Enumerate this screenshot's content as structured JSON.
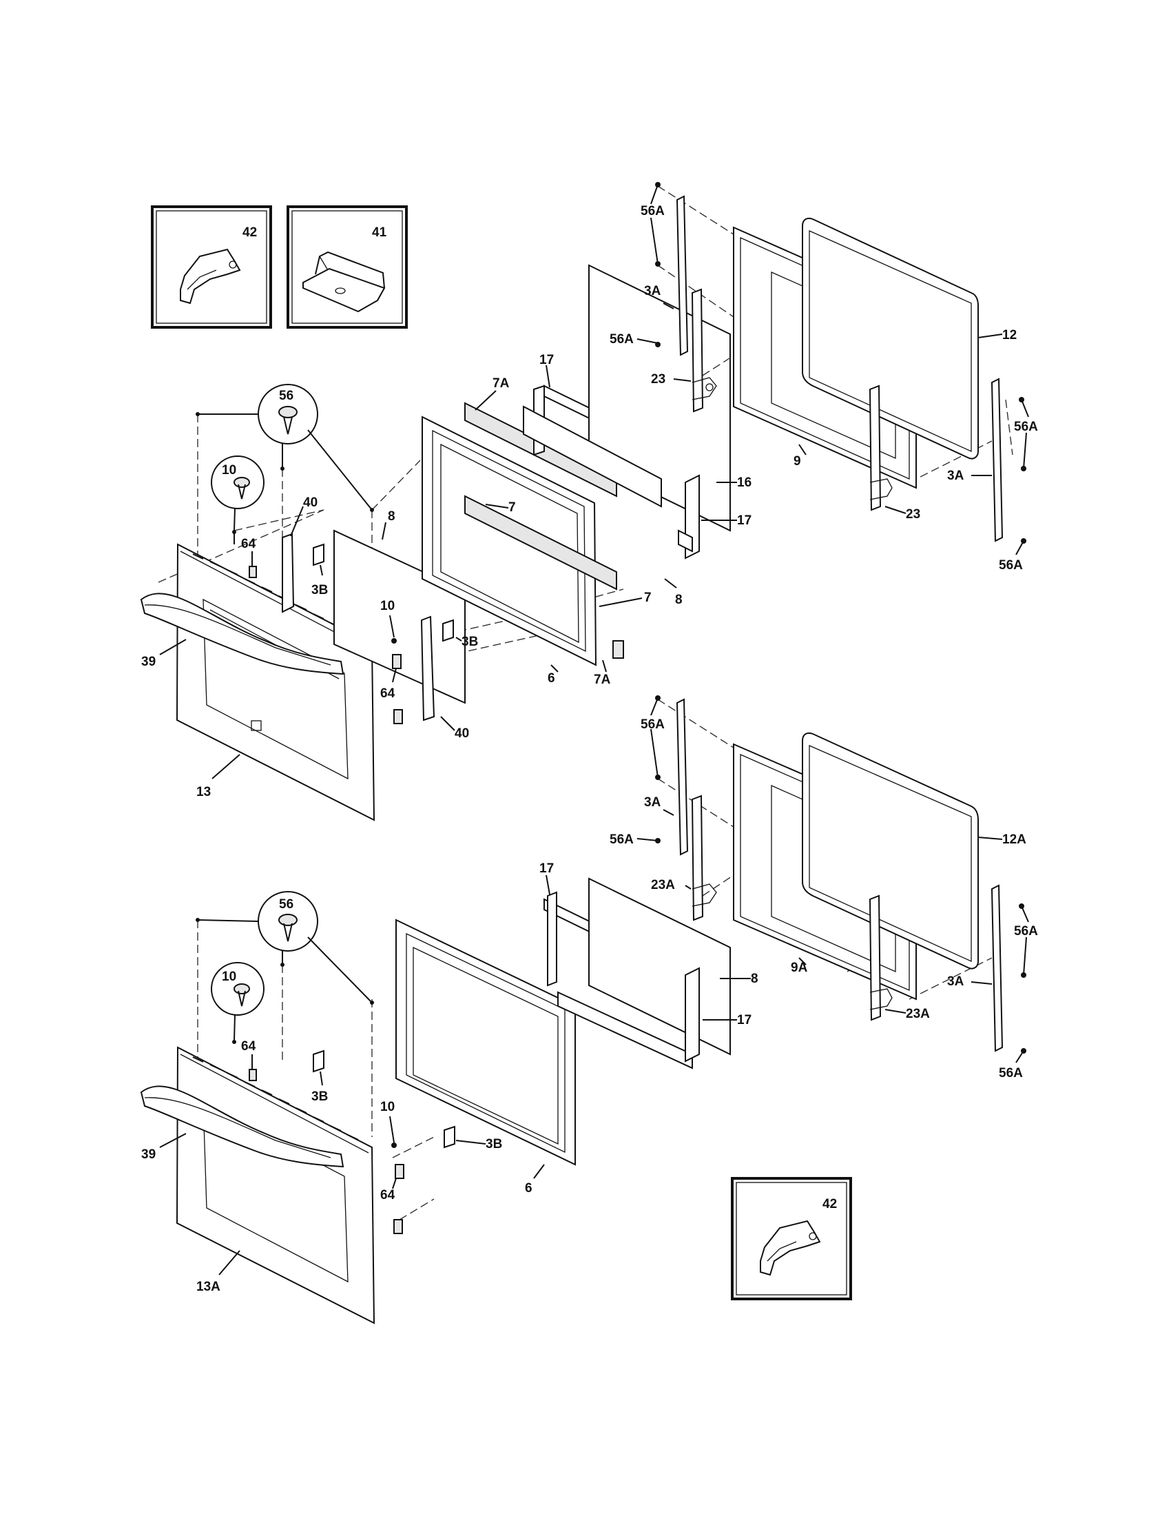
{
  "callouts": {
    "inset_tl_left": "42",
    "inset_tl_right": "41",
    "inset_br": "42",
    "upper": {
      "screw56": "56",
      "screw10": "10",
      "p64a": "64",
      "p40a": "40",
      "p3Ba": "3B",
      "p39": "39",
      "p13": "13",
      "p8a": "8",
      "p10b": "10",
      "p3Bb": "3B",
      "p64b": "64",
      "p40b": "40",
      "p7Aa": "7A",
      "p7a": "7",
      "p6": "6",
      "p17a": "17",
      "p16": "16",
      "p17b": "17",
      "p7b": "7",
      "p8b": "8",
      "p7Ab": "7A"
    },
    "upper_back": {
      "p56Aa": "56A",
      "p3Aa": "3A",
      "p56Ab": "56A",
      "p23a": "23",
      "p12": "12",
      "p9": "9",
      "p56Ac": "56A",
      "p3Ab": "3A",
      "p23b": "23",
      "p56Ad": "56A"
    },
    "lower_back": {
      "p56Aa": "56A",
      "p3Aa": "3A",
      "p56Ab": "56A",
      "p23Aa": "23A",
      "p12A": "12A",
      "p9A": "9A",
      "p56Ac": "56A",
      "p3Ab": "3A",
      "p23Ab": "23A",
      "p56Ad": "56A"
    },
    "lower": {
      "screw56": "56",
      "screw10": "10",
      "p64a": "64",
      "p3Ba": "3B",
      "p39": "39",
      "p13A": "13A",
      "p10b": "10",
      "p3Bb": "3B",
      "p64b": "64",
      "p6": "6",
      "p17a": "17",
      "p8": "8",
      "p17b": "17"
    }
  }
}
